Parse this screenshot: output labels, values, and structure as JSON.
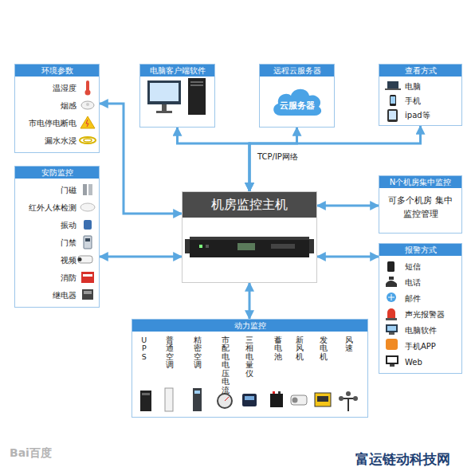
{
  "diagram": {
    "nodes": [
      {
        "text": [
          "环境参数",
          "温湿度",
          "烟感",
          "市电停电断电",
          "漏水水浸"
        ]
      },
      {
        "text": [
          "电脑客户端软件"
        ]
      },
      {
        "text": [
          "远程云服务器"
        ]
      },
      {
        "text": [
          "云服务器"
        ],
        "in": 2
      },
      {
        "text": [
          "查看方式",
          "电脑",
          "手机",
          "ipad等"
        ]
      },
      {
        "text": [
          "安防监控",
          "门磁",
          "红外人体检测",
          "振动",
          "门禁",
          "视频",
          "消防",
          "继电器"
        ]
      },
      {
        "text": [
          "机房监控主机"
        ]
      },
      {
        "text": [
          "N个机房集中监控",
          "可多个机房 集中监控管理"
        ]
      },
      {
        "text": [
          "报警方式",
          "短信",
          "电话",
          "邮件",
          "声光报警器",
          "电脑软件",
          "手机APP",
          "Web"
        ]
      },
      {
        "text": [
          "动力监控",
          "UPS",
          "普通空调",
          "精密空调",
          "市配电电压电流",
          "三相电量仪",
          "蓄电池",
          "新风机",
          "发电机",
          "风速"
        ]
      }
    ],
    "edges": [
      {
        "from": 0,
        "to": 6,
        "arrow": "both"
      },
      {
        "from": 6,
        "to": 1,
        "arrow": "both"
      },
      {
        "from": 6,
        "to": 2,
        "label": "TCP/IP网络",
        "arrow": "both"
      },
      {
        "from": 6,
        "to": 4,
        "arrow": "both"
      },
      {
        "from": 5,
        "to": 6,
        "arrow": "both"
      },
      {
        "from": 6,
        "to": 7,
        "arrow": "both"
      },
      {
        "from": 6,
        "to": 8,
        "arrow": "both"
      },
      {
        "from": 6,
        "to": 9,
        "arrow": "both"
      }
    ],
    "labels": [
      "富运链动科技网",
      "Bai百度"
    ]
  }
}
